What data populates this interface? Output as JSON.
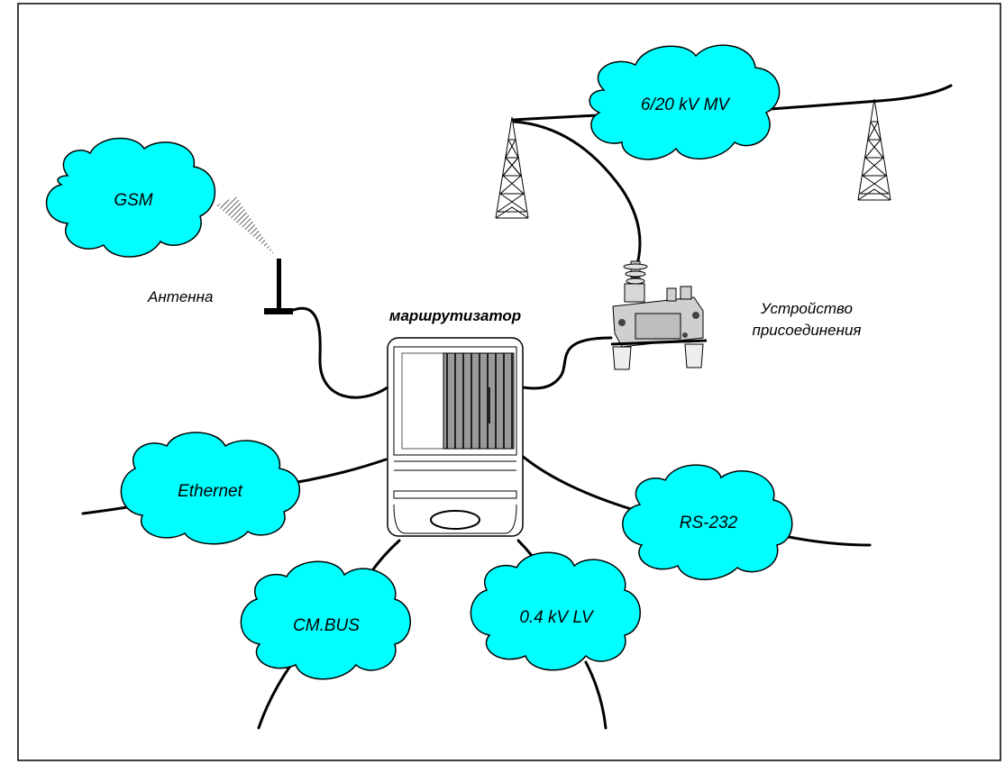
{
  "diagram": {
    "clouds": {
      "gsm": "GSM",
      "mv": "6/20 kV MV",
      "ethernet": "Ethernet",
      "rs232": "RS-232",
      "cmbus": "CM.BUS",
      "lv": "0.4 kV LV"
    },
    "labels": {
      "antenna": "Антенна",
      "router": "маршрутизатор",
      "coupling_line1": "Устройство",
      "coupling_line2": "присоединения"
    },
    "colors": {
      "cloud_fill": "#00ffff",
      "line": "#000000",
      "background": "#ffffff"
    }
  }
}
